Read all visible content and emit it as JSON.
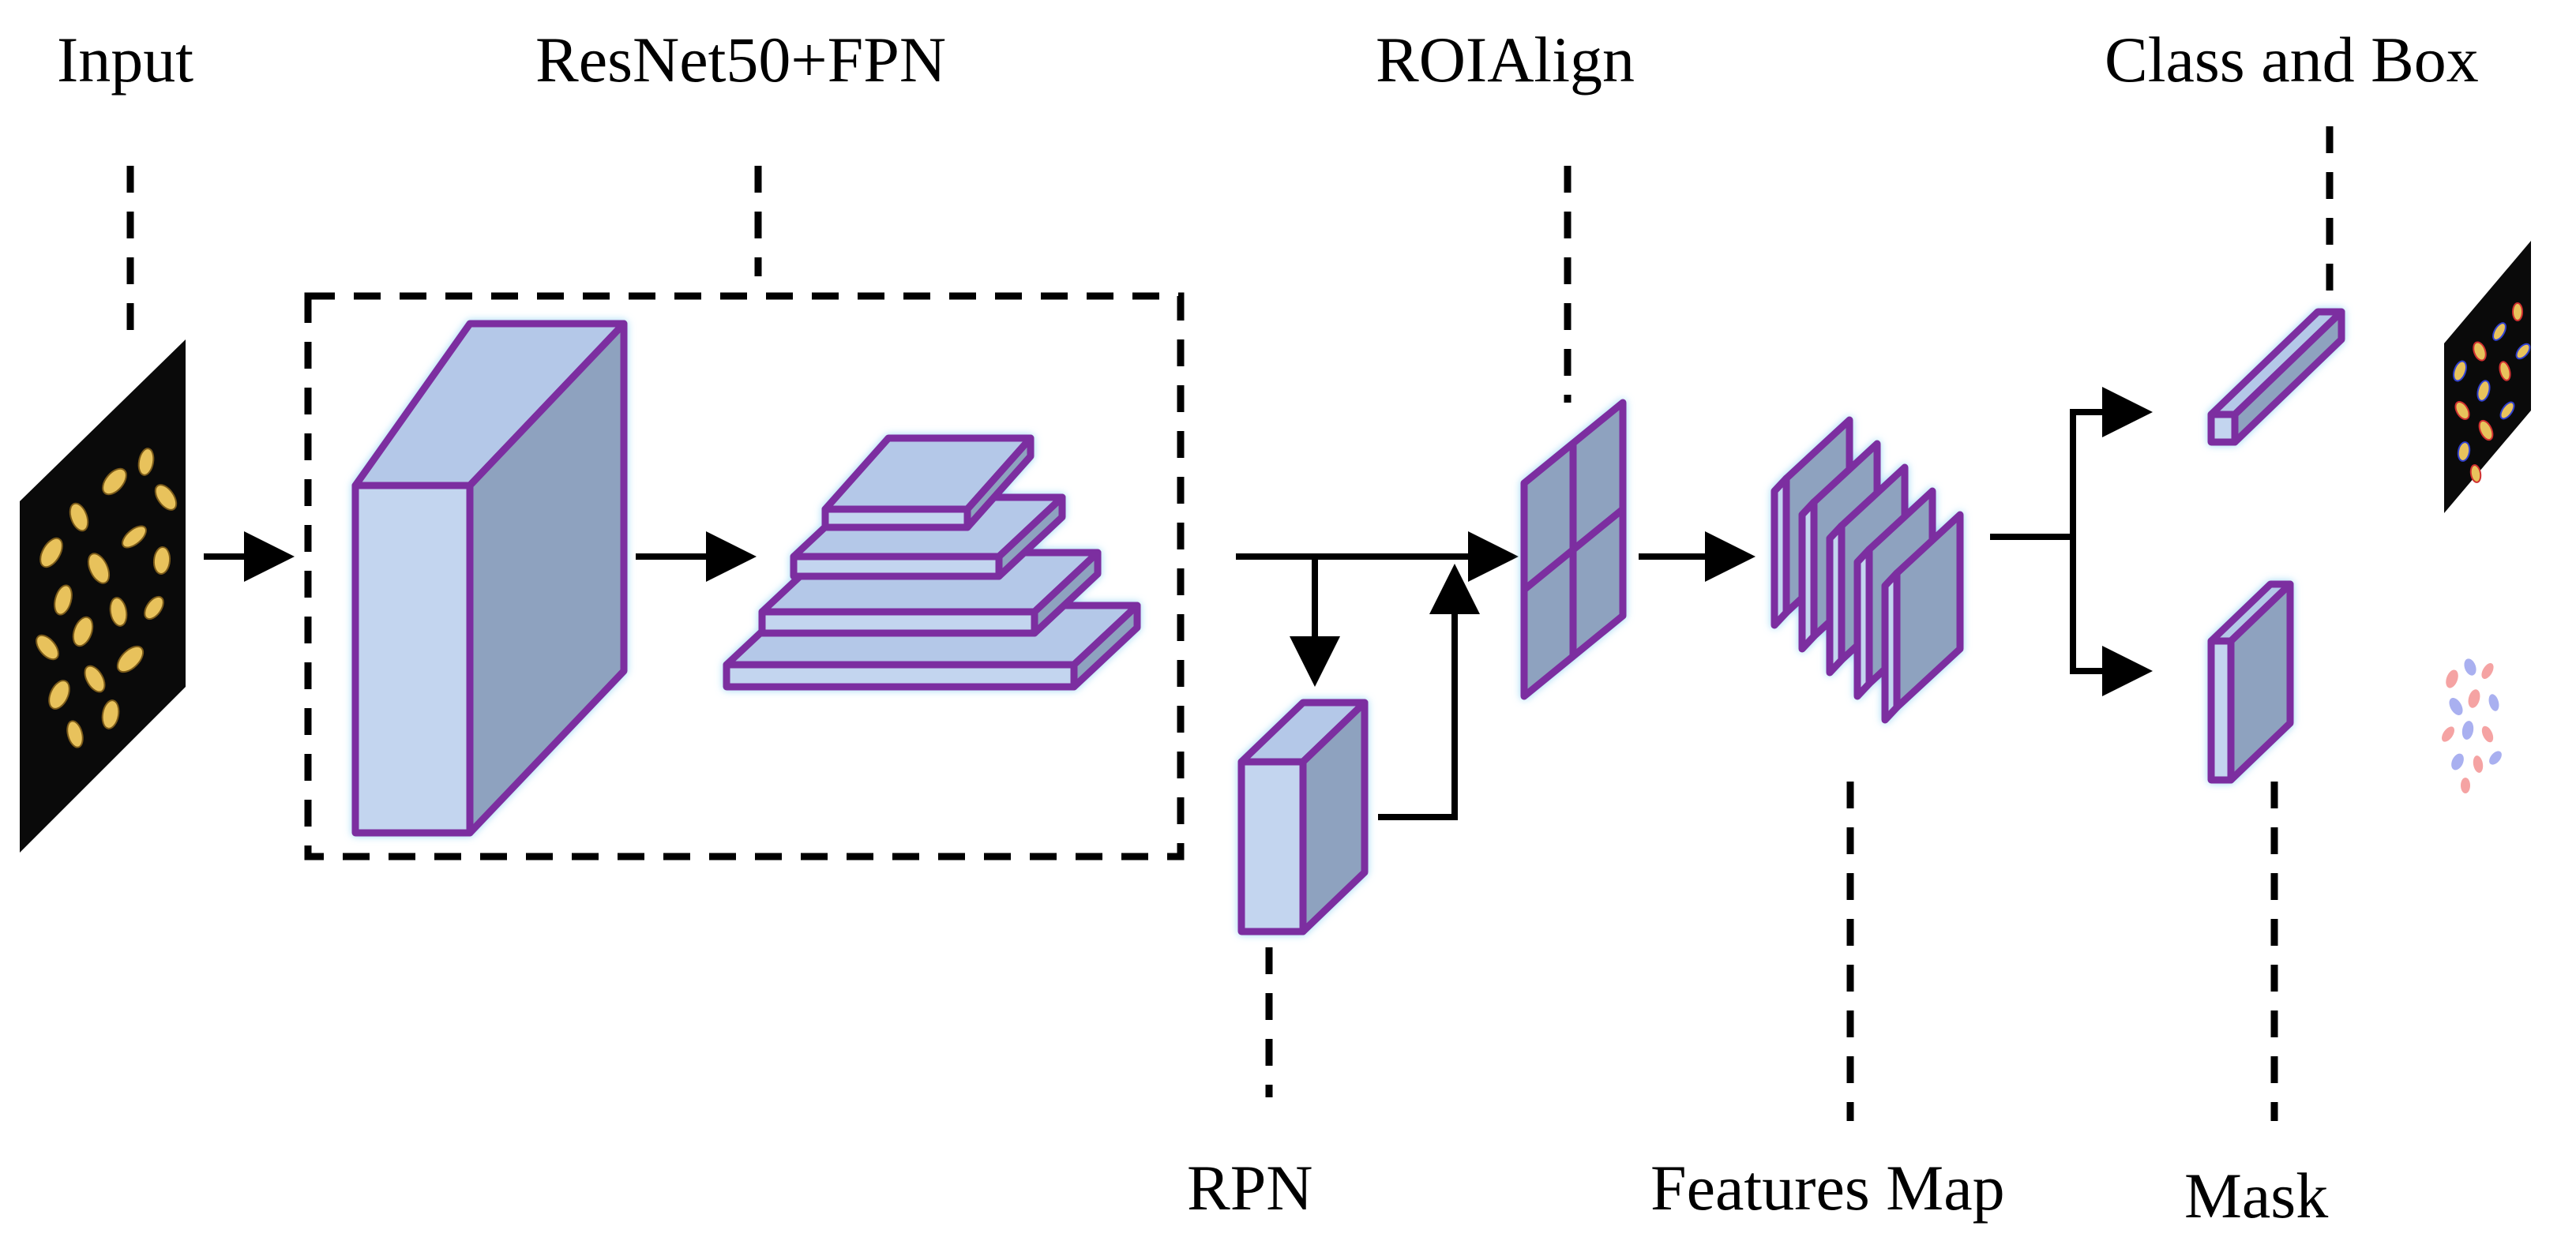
{
  "labels": {
    "input": "Input",
    "backbone": "ResNet50+FPN",
    "roialign": "ROIAlign",
    "class_box": "Class and Box",
    "rpn": "RPN",
    "features_map": "Features Map",
    "mask": "Mask"
  },
  "colors": {
    "block_front": "#c3d5ef",
    "block_side": "#8ea2bf",
    "block_top": "#b4c8e8",
    "block_stroke": "#7b2fa0",
    "image_bg": "#0a0a0a"
  }
}
